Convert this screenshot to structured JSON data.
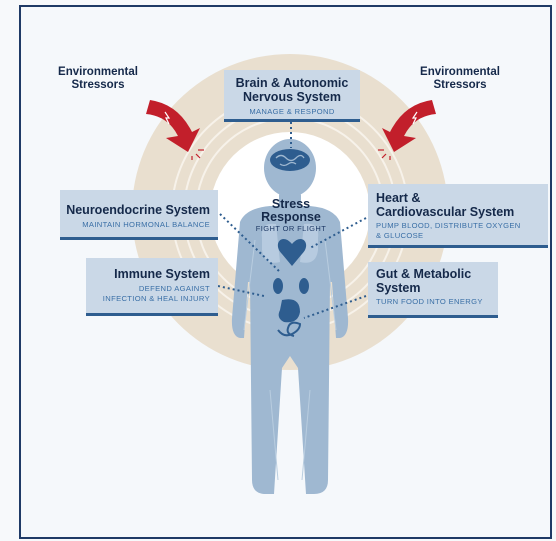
{
  "stressors": {
    "left": "Environmental\nStressors",
    "right": "Environmental\nStressors"
  },
  "stress_response": {
    "title": "Stress\nResponse",
    "subtitle": "FIGHT OR FLIGHT"
  },
  "systems": {
    "brain": {
      "title": "Brain & Autonomic\nNervous System",
      "subtitle": "MANAGE & RESPOND"
    },
    "neuroendocrine": {
      "title": "Neuroendocrine System",
      "subtitle": "MAINTAIN HORMONAL BALANCE"
    },
    "immune": {
      "title": "Immune System",
      "subtitle": "DEFEND AGAINST\nINFECTION & HEAL INJURY"
    },
    "heart": {
      "title": "Heart &\nCardiovascular System",
      "subtitle": "PUMP BLOOD, DISTRIBUTE OXYGEN\n& GLUCOSE"
    },
    "gut": {
      "title": "Gut & Metabolic\nSystem",
      "subtitle": "TURN FOOD INTO ENERGY"
    }
  },
  "colors": {
    "frame_border": "#1f3a66",
    "box_fill": "#cad8e7",
    "box_rule": "#2e5d8f",
    "title_text": "#15294a",
    "subtitle_text": "#3a6fa6",
    "halo": "#e6dccb",
    "body": "#9fb8d1",
    "organs": "#2e5d8f",
    "arrow_red": "#c21f2b",
    "connector": "#2e5d8f"
  },
  "icons": [
    "lightning-icon",
    "brain-icon",
    "heart-icon",
    "lungs-icon",
    "kidneys-icon",
    "stomach-icon",
    "intestine-icon"
  ]
}
